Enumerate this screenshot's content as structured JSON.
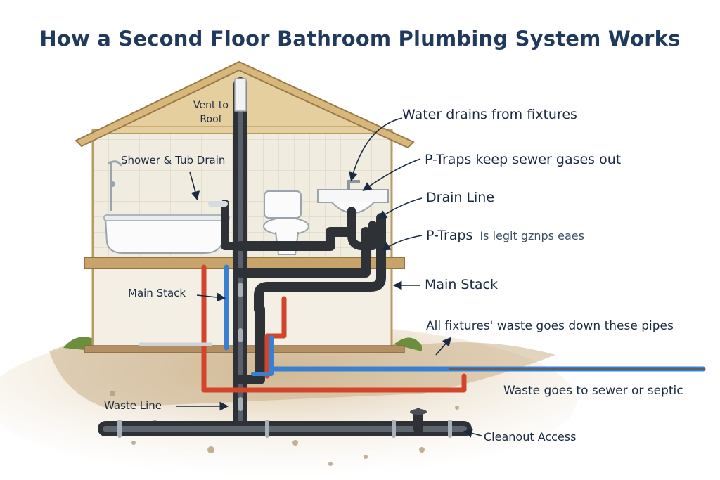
{
  "title": "How a Second Floor Bathroom Plumbing System Works",
  "labels": {
    "vent_line1": "Vent to",
    "vent_line2": "Roof",
    "shower_tub_drain": "Shower & Tub Drain",
    "main_stack_left": "Main Stack",
    "waste_line": "Waste Line",
    "water_drains": "Water drains from fixtures",
    "ptraps_gases": "P-Traps keep sewer gases out",
    "drain_line": "Drain Line",
    "ptraps_short": "P-Traps",
    "ptraps_garbled": "Is legit gznps eaes",
    "main_stack_right": "Main Stack",
    "all_fixtures": "All fixtures' waste goes down these pipes",
    "waste_sewer": "Waste goes to sewer or septic",
    "cleanout": "Cleanout Access"
  },
  "colors": {
    "title": "#1f3a5c",
    "text": "#1a2a40",
    "pipe_dark": "#4a4f55",
    "pipe_hot": "#d2452b",
    "pipe_cold": "#3b7fd0",
    "wood": "#c9a46a",
    "roof": "#e3c996",
    "wall_tile": "#ede7d6",
    "ground": "#cdb494"
  },
  "icons": [
    "toilet-icon",
    "sink-icon",
    "bathtub-icon",
    "faucet-icon",
    "shower-head-icon"
  ]
}
